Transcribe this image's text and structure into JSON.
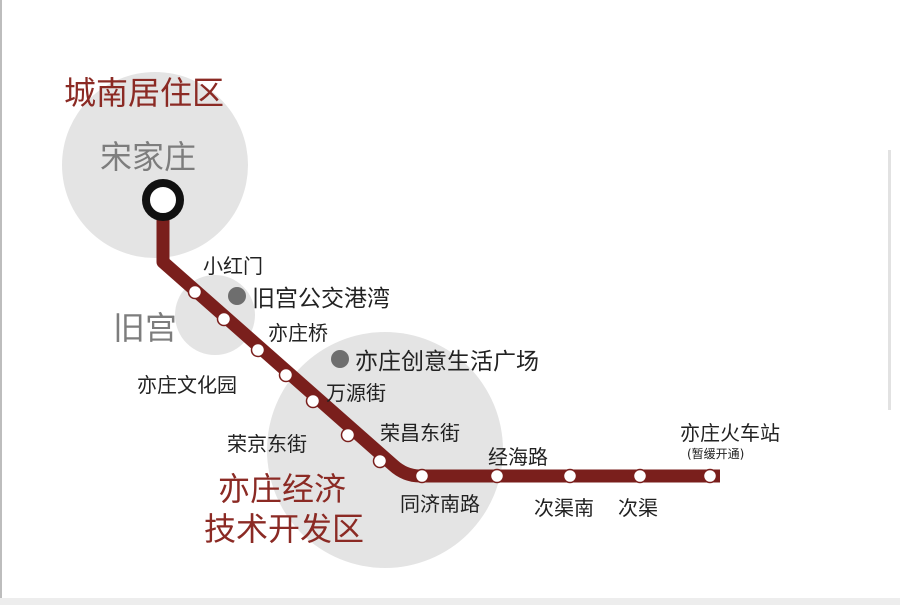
{
  "colors": {
    "line": "#7a1f1c",
    "zone_fill": "#e4e4e4",
    "zone_label": "#8b2a24",
    "station_text": "#222222",
    "poi_dot": "#6e6e6e"
  },
  "zones": {
    "chengnan": "城南居住区",
    "jiugong": "旧宫",
    "yizhuang_line1": "亦庄经济",
    "yizhuang_line2": "技术开发区"
  },
  "terminal": "宋家庄",
  "stations": [
    {
      "id": "xiaohongmen",
      "name": "小红门"
    },
    {
      "id": "jiugong",
      "name": "旧宫"
    },
    {
      "id": "yizhuangqiao",
      "name": "亦庄桥"
    },
    {
      "id": "yizhuangwenhuayuan",
      "name": "亦庄文化园"
    },
    {
      "id": "wanyuanjie",
      "name": "万源街"
    },
    {
      "id": "rongjingdongjie",
      "name": "荣京东街"
    },
    {
      "id": "rongchangdongjie",
      "name": "荣昌东街"
    },
    {
      "id": "tongjinanlu",
      "name": "同济南路"
    },
    {
      "id": "jinghailu",
      "name": "经海路"
    },
    {
      "id": "ciqunan",
      "name": "次渠南"
    },
    {
      "id": "ciqu",
      "name": "次渠"
    },
    {
      "id": "yizhuanghuochezhan",
      "name": "亦庄火车站"
    }
  ],
  "station_note": "(暂缓开通)",
  "pois": {
    "bus_bay": "旧宫公交港湾",
    "life_plaza": "亦庄创意生活广场"
  }
}
